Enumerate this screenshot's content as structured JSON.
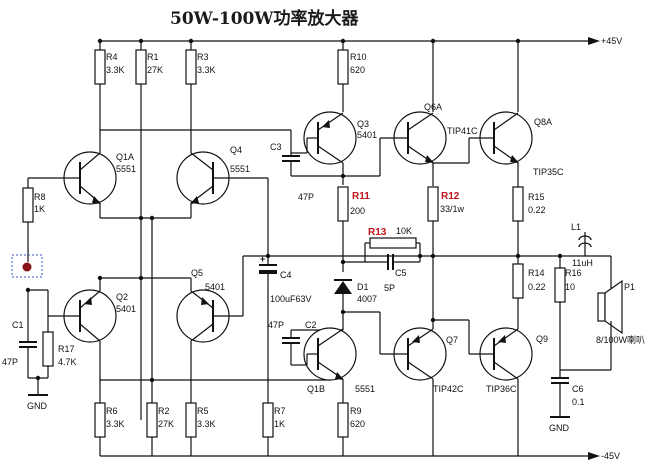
{
  "title": "50W-100W功率放大器",
  "rails": {
    "positive": "+45V",
    "negative": "-45V"
  },
  "ground": {
    "left": "GND",
    "right": "GND"
  },
  "resistors": {
    "R4": {
      "name": "R4",
      "value": "3.3K"
    },
    "R1": {
      "name": "R1",
      "value": "27K"
    },
    "R3": {
      "name": "R3",
      "value": "3.3K"
    },
    "R10": {
      "name": "R10",
      "value": "620"
    },
    "R8": {
      "name": "R8",
      "value": "1K"
    },
    "R11": {
      "name": "R11",
      "value": "200"
    },
    "R12": {
      "name": "R12",
      "value": "33/1w"
    },
    "R13": {
      "name": "R13",
      "value": "10K"
    },
    "R15": {
      "name": "R15",
      "value": "0.22"
    },
    "R14": {
      "name": "R14",
      "value": "0.22"
    },
    "R16": {
      "name": "R16",
      "value": "10"
    },
    "R17": {
      "name": "R17",
      "value": "4.7K"
    },
    "R6": {
      "name": "R6",
      "value": "3.3K"
    },
    "R2": {
      "name": "R2",
      "value": "27K"
    },
    "R5": {
      "name": "R5",
      "value": "3.3K"
    },
    "R7": {
      "name": "R7",
      "value": "1K"
    },
    "R9": {
      "name": "R9",
      "value": "620"
    }
  },
  "capacitors": {
    "C3": {
      "name": "C3",
      "value": "47P"
    },
    "C4": {
      "name": "C4",
      "value": "100uF63V"
    },
    "C5": {
      "name": "C5",
      "value": "5P"
    },
    "C2": {
      "name": "C2",
      "value": "47P"
    },
    "C1": {
      "name": "C1",
      "value": "47P"
    },
    "C6": {
      "name": "C6",
      "value": "0.1"
    }
  },
  "transistors": {
    "Q1A": {
      "name": "Q1A",
      "model": "5551"
    },
    "Q4": {
      "name": "Q4",
      "model": "5551"
    },
    "Q3": {
      "name": "Q3",
      "model": "5401"
    },
    "Q6A": {
      "name": "Q6A",
      "model": "TIP41C"
    },
    "Q8A": {
      "name": "Q8A",
      "model": "TIP35C"
    },
    "Q2": {
      "name": "Q2",
      "model": "5401"
    },
    "Q5": {
      "name": "Q5",
      "model": "5401"
    },
    "Q1B": {
      "name": "Q1B",
      "model": "5551"
    },
    "Q7": {
      "name": "Q7",
      "model": "TIP42C"
    },
    "Q9": {
      "name": "Q9",
      "model": "TIP36C"
    }
  },
  "diode": {
    "name": "D1",
    "model": "4007"
  },
  "inductor": {
    "name": "L1",
    "value": "11uH"
  },
  "speaker": {
    "name": "P1",
    "value": "8/100W喇叭"
  }
}
